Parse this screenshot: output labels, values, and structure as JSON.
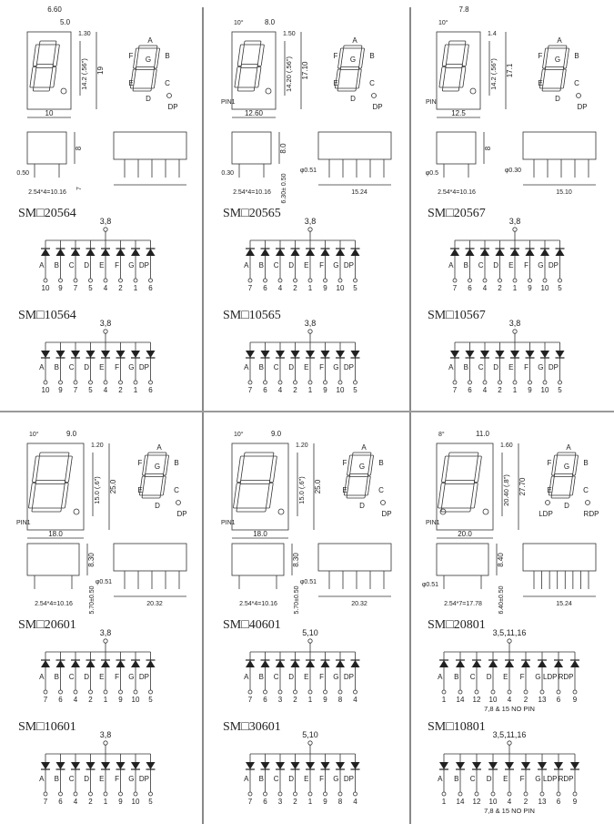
{
  "panels": [
    {
      "id": "20564",
      "dims": {
        "slant": "",
        "seg_width": "5.0",
        "overall_top": "6.60",
        "offset": "1.30",
        "digit_height": "14.2 (.56\")",
        "total_height": "19",
        "width": "10",
        "side_height": "8",
        "side_bottom": "7",
        "pin_dia": "0.50",
        "pin_pitch": "2.54*4=10.16",
        "side_width": ""
      },
      "pin1": "",
      "dp": [
        "DP"
      ],
      "circuits": [
        {
          "title": "SM□20564",
          "common": "3,8",
          "direction": "up",
          "segments": [
            "A",
            "B",
            "C",
            "D",
            "E",
            "F",
            "G",
            "DP"
          ],
          "pins": [
            "10",
            "9",
            "7",
            "5",
            "4",
            "2",
            "1",
            "6"
          ],
          "note": ""
        },
        {
          "title": "SM□10564",
          "common": "3,8",
          "direction": "down",
          "segments": [
            "A",
            "B",
            "C",
            "D",
            "E",
            "F",
            "G",
            "DP"
          ],
          "pins": [
            "10",
            "9",
            "7",
            "5",
            "4",
            "2",
            "1",
            "6"
          ],
          "note": ""
        }
      ]
    },
    {
      "id": "20565",
      "dims": {
        "slant": "10°",
        "seg_width": "8.0",
        "overall_top": "",
        "offset": "1.50",
        "digit_height": "14.20 (.56\")",
        "total_height": "17.10",
        "width": "12.60",
        "side_height": "8.0",
        "side_bottom": "6.30± 0.50",
        "pin_dia": "0.30",
        "pin_pitch": "2.54*4=10.16",
        "side_width": "15.24",
        "pin_dia_right": "φ0.51"
      },
      "pin1": "PIN1",
      "dp": [
        "DP"
      ],
      "circuits": [
        {
          "title": "SM□20565",
          "common": "3,8",
          "direction": "up",
          "segments": [
            "A",
            "B",
            "C",
            "D",
            "E",
            "F",
            "G",
            "DP"
          ],
          "pins": [
            "7",
            "6",
            "4",
            "2",
            "1",
            "9",
            "10",
            "5"
          ],
          "note": ""
        },
        {
          "title": "SM□10565",
          "common": "3,8",
          "direction": "down",
          "segments": [
            "A",
            "B",
            "C",
            "D",
            "E",
            "F",
            "G",
            "DP"
          ],
          "pins": [
            "7",
            "6",
            "4",
            "2",
            "1",
            "9",
            "10",
            "5"
          ],
          "note": ""
        }
      ]
    },
    {
      "id": "20567",
      "dims": {
        "slant": "10°",
        "seg_width": "",
        "overall_top": "7.8",
        "offset": "1.4",
        "digit_height": "14.2 (.56\")",
        "total_height": "17.1",
        "width": "12.5",
        "side_height": "8",
        "side_bottom": "",
        "pin_dia": "φ0.5",
        "pin_pitch": "2.54*4=10.16",
        "side_width": "15.10",
        "pin_dia_right": "φ0.30"
      },
      "pin1": "PIN",
      "dp": [
        "DP"
      ],
      "circuits": [
        {
          "title": "SM□20567",
          "common": "3,8",
          "direction": "up",
          "segments": [
            "A",
            "B",
            "C",
            "D",
            "E",
            "F",
            "G",
            "DP"
          ],
          "pins": [
            "7",
            "6",
            "4",
            "2",
            "1",
            "9",
            "10",
            "5"
          ],
          "note": ""
        },
        {
          "title": "SM□10567",
          "common": "3,8",
          "direction": "down",
          "segments": [
            "A",
            "B",
            "C",
            "D",
            "E",
            "F",
            "G",
            "DP"
          ],
          "pins": [
            "7",
            "6",
            "4",
            "2",
            "1",
            "9",
            "10",
            "5"
          ],
          "note": ""
        }
      ]
    },
    {
      "id": "20601",
      "dims": {
        "slant": "10°",
        "seg_width": "9.0",
        "overall_top": "",
        "offset": "1.20",
        "digit_height": "15.0 (.6\")",
        "total_height": "25.0",
        "width": "18.0",
        "side_height": "8.30",
        "side_bottom": "5.70±0.50",
        "pin_dia": "",
        "pin_pitch": "2.54*4=10.16",
        "side_width": "20.32",
        "pin_dia_right": "φ0.51"
      },
      "pin1": "PIN1",
      "dp": [
        "DP"
      ],
      "circuits": [
        {
          "title": "SM□20601",
          "common": "3,8",
          "direction": "up",
          "segments": [
            "A",
            "B",
            "C",
            "D",
            "E",
            "F",
            "G",
            "DP"
          ],
          "pins": [
            "7",
            "6",
            "4",
            "2",
            "1",
            "9",
            "10",
            "5"
          ],
          "note": ""
        },
        {
          "title": "SM□10601",
          "common": "3,8",
          "direction": "down",
          "segments": [
            "A",
            "B",
            "C",
            "D",
            "E",
            "F",
            "G",
            "DP"
          ],
          "pins": [
            "7",
            "6",
            "4",
            "2",
            "1",
            "9",
            "10",
            "5"
          ],
          "note": ""
        }
      ]
    },
    {
      "id": "40601",
      "dims": {
        "slant": "10°",
        "seg_width": "9.0",
        "overall_top": "",
        "offset": "1.20",
        "digit_height": "15.0 (.6\")",
        "total_height": "25.0",
        "width": "18.0",
        "side_height": "8.30",
        "side_bottom": "5.70±0.50",
        "pin_dia": "",
        "pin_pitch": "2.54*4=10.16",
        "side_width": "20.32",
        "pin_dia_right": "φ0.51"
      },
      "pin1": "PIN1",
      "dp": [
        "DP"
      ],
      "circuits": [
        {
          "title": "SM□40601",
          "common": "5,10",
          "direction": "up",
          "segments": [
            "A",
            "B",
            "C",
            "D",
            "E",
            "F",
            "G",
            "DP"
          ],
          "pins": [
            "7",
            "6",
            "3",
            "2",
            "1",
            "9",
            "8",
            "4"
          ],
          "note": ""
        },
        {
          "title": "SM□30601",
          "common": "5,10",
          "direction": "down",
          "segments": [
            "A",
            "B",
            "C",
            "D",
            "E",
            "F",
            "G",
            "DP"
          ],
          "pins": [
            "7",
            "6",
            "3",
            "2",
            "1",
            "9",
            "8",
            "4"
          ],
          "note": ""
        }
      ]
    },
    {
      "id": "20801",
      "dims": {
        "slant": "8°",
        "seg_width": "11.0",
        "overall_top": "",
        "offset": "1.60",
        "digit_height": "20.40 (.8\")",
        "total_height": "27.70",
        "width": "20.0",
        "side_height": "8.40",
        "side_bottom": "6.40±0.50",
        "pin_dia": "φ0.51",
        "pin_pitch": "2.54*7=17.78",
        "side_width": "15.24"
      },
      "pin1": "PIN1",
      "dp": [
        "LDP",
        "RDP"
      ],
      "circuits": [
        {
          "title": "SM□20801",
          "common": "3,5,11,16",
          "direction": "up",
          "segments": [
            "A",
            "B",
            "C",
            "D",
            "E",
            "F",
            "G",
            "LDP",
            "RDP"
          ],
          "pins": [
            "1",
            "14",
            "12",
            "10",
            "4",
            "2",
            "13",
            "6",
            "9"
          ],
          "note": "7,8 & 15  NO  PIN"
        },
        {
          "title": "SM□10801",
          "common": "3,5,11,16",
          "direction": "down",
          "segments": [
            "A",
            "B",
            "C",
            "D",
            "E",
            "F",
            "G",
            "LDP",
            "RDP"
          ],
          "pins": [
            "1",
            "14",
            "12",
            "10",
            "4",
            "2",
            "13",
            "6",
            "9"
          ],
          "note": "7,8 & 15  NO  PIN"
        }
      ]
    }
  ],
  "segment_labels": [
    "A",
    "B",
    "C",
    "D",
    "E",
    "F",
    "G"
  ]
}
